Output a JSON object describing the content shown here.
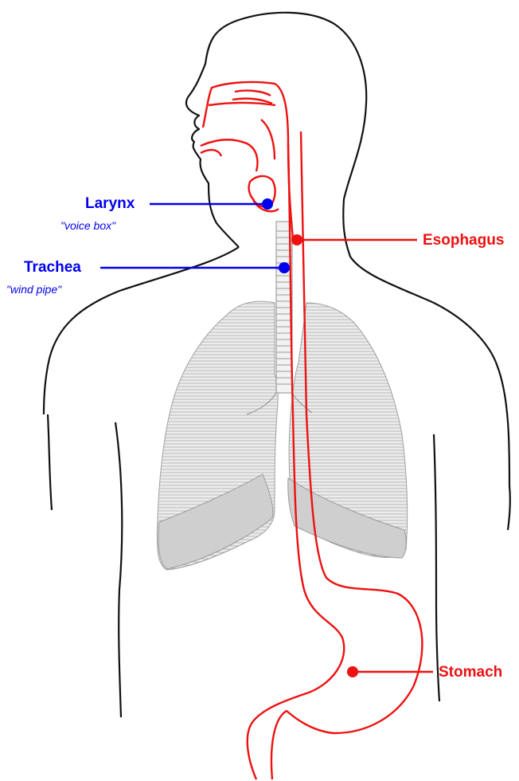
{
  "labels": {
    "larynx": {
      "name": "Larynx",
      "note": "\"voice box\""
    },
    "trachea": {
      "name": "Trachea",
      "note": "\"wind pipe\""
    },
    "esophagus": {
      "name": "Esophagus"
    },
    "stomach": {
      "name": "Stomach"
    }
  },
  "colors": {
    "airway": "#0000ee",
    "digestive": "#ee1111",
    "body_outline": "#111111",
    "lung_fill": "#d9d9d9"
  }
}
